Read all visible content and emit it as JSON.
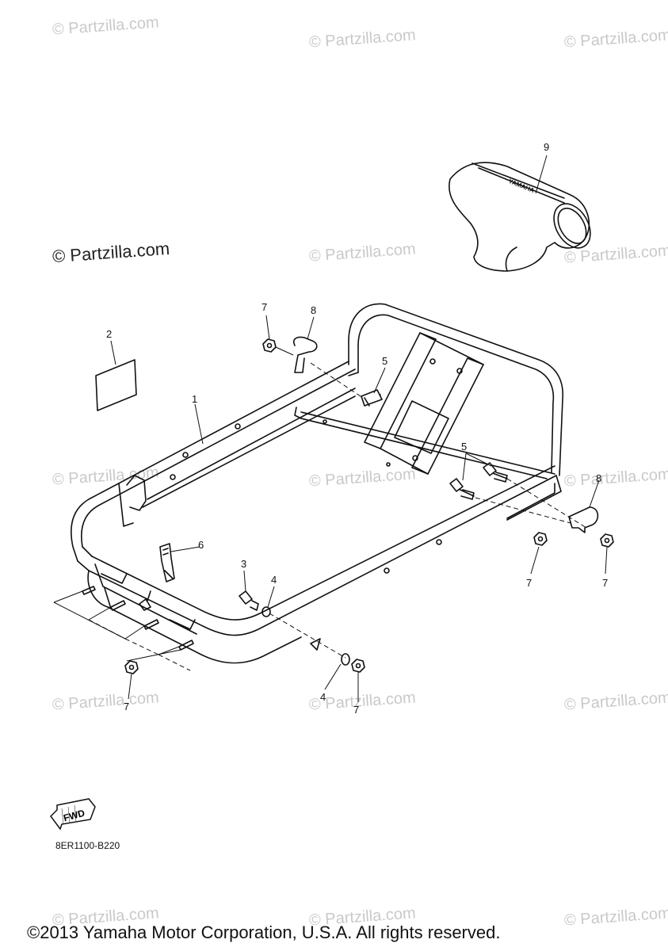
{
  "watermark": {
    "text": "© Partzilla.com"
  },
  "parts": [
    {
      "label": "1"
    },
    {
      "label": "2"
    },
    {
      "label": "3"
    },
    {
      "label": "4"
    },
    {
      "label": "4"
    },
    {
      "label": "5"
    },
    {
      "label": "5"
    },
    {
      "label": "6"
    },
    {
      "label": "7"
    },
    {
      "label": "7"
    },
    {
      "label": "7"
    },
    {
      "label": "7"
    },
    {
      "label": "7"
    },
    {
      "label": "8"
    },
    {
      "label": "8"
    },
    {
      "label": "9"
    }
  ],
  "fwd_label": "FWD",
  "hood_logo": "YAMAHA",
  "diagram_code": "8ER1100-B220",
  "copyright": "©2013 Yamaha Motor Corporation, U.S.A. All rights reserved."
}
